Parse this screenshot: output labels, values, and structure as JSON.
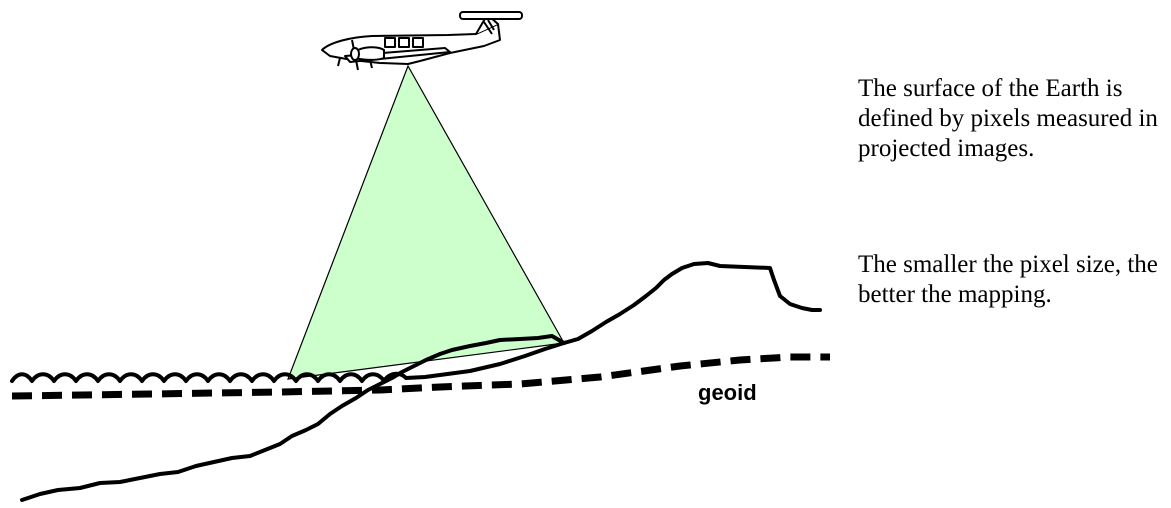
{
  "diagram": {
    "geoid_label": "geoid",
    "captions": [
      "The surface of the Earth is defined by pixels measured in projected images.",
      "The smaller the pixel size, the better the mapping."
    ],
    "colors": {
      "footprint_fill": "#ccffcc",
      "line": "#000000",
      "background": "#ffffff"
    },
    "icons": {
      "aircraft": "airplane-icon"
    }
  }
}
